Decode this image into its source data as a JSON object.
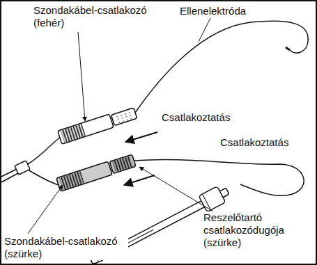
{
  "diagram": {
    "labels": [
      "Szondakábel-csatlakozó (fehér)",
      "Ellenelektróda",
      "Csatlakoztatás",
      "Csatlakoztatás",
      "Reszelőtartó csatlakozódugója (szürke)",
      "Szondakábel-csatlakozó (szürke)"
    ]
  }
}
